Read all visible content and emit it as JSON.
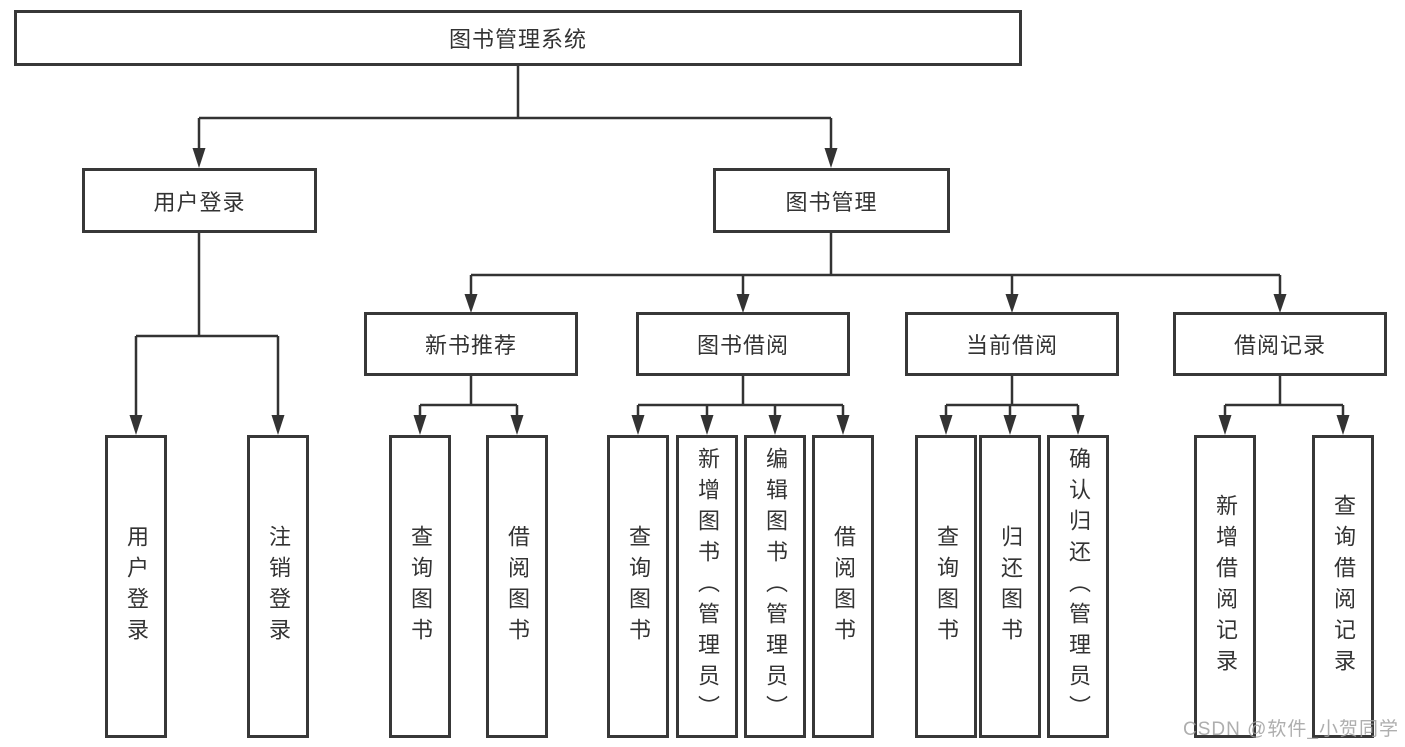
{
  "diagram": {
    "root": {
      "label": "图书管理系统"
    },
    "branches": [
      {
        "label": "用户登录",
        "children": [
          {
            "label": "用户登录"
          },
          {
            "label": "注销登录"
          }
        ]
      },
      {
        "label": "图书管理",
        "children": [
          {
            "label": "新书推荐",
            "children": [
              {
                "label": "查询图书"
              },
              {
                "label": "借阅图书"
              }
            ]
          },
          {
            "label": "图书借阅",
            "children": [
              {
                "label": "查询图书"
              },
              {
                "label": "新增图书（管理员）"
              },
              {
                "label": "编辑图书（管理员）"
              },
              {
                "label": "借阅图书"
              }
            ]
          },
          {
            "label": "当前借阅",
            "children": [
              {
                "label": "查询图书"
              },
              {
                "label": "归还图书"
              },
              {
                "label": "确认归还（管理员）"
              }
            ]
          },
          {
            "label": "借阅记录",
            "children": [
              {
                "label": "新增借阅记录"
              },
              {
                "label": "查询借阅记录"
              }
            ]
          }
        ]
      }
    ]
  },
  "colors": {
    "line": "#333333",
    "border": "#383838",
    "text": "#333333",
    "watermark": "#a0a0a0"
  },
  "watermark": {
    "text": "CSDN @软件_小贺同学"
  }
}
